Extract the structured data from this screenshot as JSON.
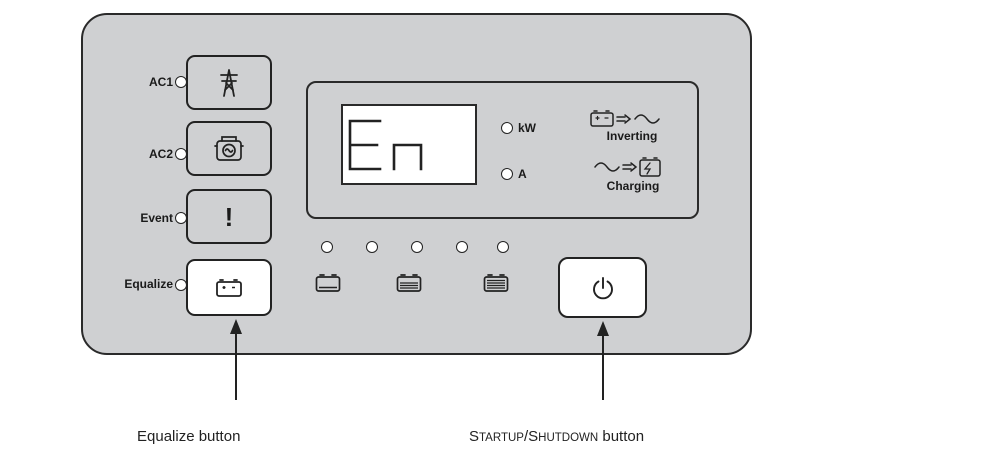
{
  "panel": {
    "left_buttons": [
      {
        "label": "AC1",
        "icon": "transmission-tower-icon"
      },
      {
        "label": "AC2",
        "icon": "generator-icon"
      },
      {
        "label": "Event",
        "icon": "exclamation-icon",
        "symbol": "!"
      },
      {
        "label": "Equalize",
        "icon": "battery-icon"
      }
    ],
    "display": {
      "readout": "En",
      "units": [
        "kW",
        "A"
      ],
      "modes": [
        "Inverting",
        "Charging"
      ]
    },
    "battery_leds": 5,
    "battery_icons": [
      "battery-low-icon",
      "battery-mid-icon",
      "battery-full-icon"
    ],
    "power_button_icon": "power-icon"
  },
  "callouts": {
    "equalize": "Equalize button",
    "startup_part1_cap": "S",
    "startup_part1_rest": "TARTUP",
    "startup_slash": "/",
    "startup_part2_cap": "S",
    "startup_part2_rest": "HUTDOWN",
    "startup_suffix": " button"
  }
}
